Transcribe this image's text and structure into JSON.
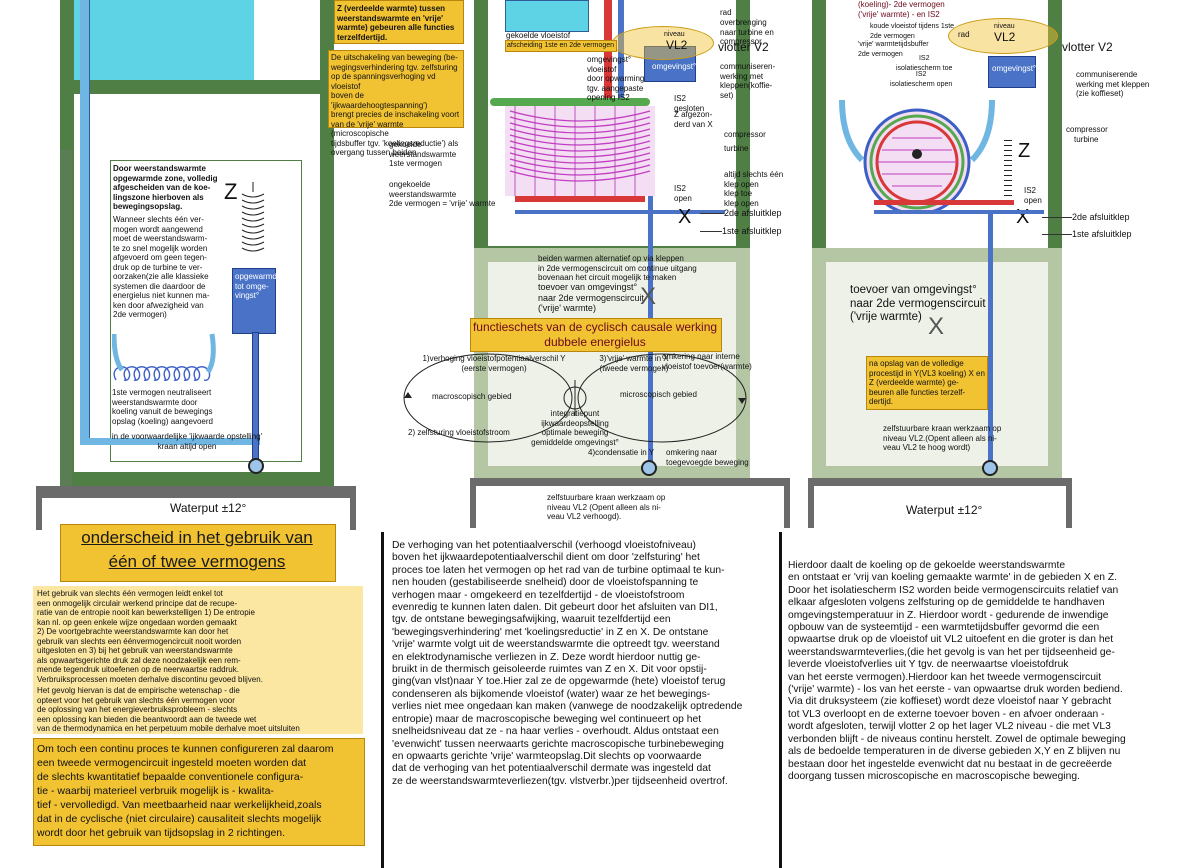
{
  "panel1": {
    "z_label": "Z",
    "text_main": "Door weerstandswarmte\nopgewarmde zone, volledig\nafgescheiden van de koe-\nlingszone hierboven als\nbewegingsopslag.",
    "text_second": "Wanneer slechts één ver-\nmogen wordt aangewend\nmoet de weerstandswarm-\nte zo snel mogelijk worden\nafgevoerd om geen tegen-\ndruk op de turbine te ver-\noorzaken(zie alle klassieke\nsystemen die daardoor de\nenergielus niet kunnen ma-\nken door afwezigheid van\n2de vermogen)",
    "box_label": "opgewarmd\ntot omge-\nvingst°",
    "first_power": "1ste vermogen neutraliseert\nweerstandswarmte door\nkoeling vanuit de bewegings\nopslag (koeling) aangevoerd",
    "tap_text": "in de voorwaardelijke 'ijkwaarde opstelling'\nkraan altijd open",
    "waterput": "Waterput",
    "waterput_temp": "±12°",
    "heading_line1": "onderscheid in het gebruik van",
    "heading_line2": "één of twee vermogens",
    "body_a": "Het gebruik van slechts één vermogen leidt enkel tot\neen onmogelijk circulair werkend principe dat de recupe-\nratie van de entropie nooit kan bewerkstelligen 1) De entropie\nkan nl. op geen enkele wijze ongedaan worden gemaakt\n 2) De voortgebrachte weerstandswarmte kan door het\ngebruik van slechts een éénvermogencircuit nooit worden\nuitgesloten en 3) bij het gebruik van weerstandswarmte\nals opwaartsgerichte druk zal deze noodzakelijk een rem-\nmende tegendruk uitoefenen op de neerwaartse raddruk.\nVerbruiksprocessen moeten derhalve discontinu gevoed blijven.",
    "body_b": "Het gevolg hiervan is dat de empirische wetenschap - die\nopteert voor het gebruik van slechts één vermogen voor\nde oplossing van het energieverbruiksprobleem - slechts\neen oplossing kan bieden die beantwoordt aan de tweede wet\nvan de thermodynamica en het perpetuum mobile derhalve moet uitsluiten",
    "body_c": "Om toch een continu proces te kunnen configureren zal daarom\neen tweede vermogencircuit ingesteld moeten worden dat\nde slechts kwantitatief bepaalde conventionele configura-\ntie - waarbij materieel verbruik mogelijk is - kwalita-\ntief - vervolledigd. Van meetbaarheid naar werkelijkheid,zoals\ndat in de cyclische (niet circulaire) causaliteit slechts mogelijk\nwordt door het gebruik van tijdsopslag in 2 richtingen."
  },
  "panel2": {
    "top_text": "Z (verdeelde warmte) tussen\nweerstandswarmte en 'vrije'\nwarmte) gebeuren alle functies\nterzelfdertijd.",
    "note_box": "De uitschakeling van beweging (be-\nwegingsverhindering tgv. zelfsturing\nop de spanningsverhoging vd vloeistof\nboven de 'ijkwaardehoogtespanning')\nbrengt precies de inschakeling voort\nvan de 'vrije' warmte (microscopische\ntijdsbuffer tgv. 'koelingsreductie') als\novergang tussen beiden",
    "cooled_fluid": "gekoelde vloeistof",
    "separation": "afscheiding 1ste en 2de vermogen",
    "rad": "rad",
    "overbrenging": "overbrenging\nnaar turbine en\ncompressor",
    "vl2": "VL2",
    "niveau": "niveau",
    "vlotter": "vlotter V2",
    "omgevingst": "omgevingst°",
    "heated_fluid": "omgevingst°\nvloeistof\ndoor opwarming\ntgv. aangepaste\nopening IS2",
    "communicating": "communiseren-\nwerking met\nkleppen(koffie-\nset)",
    "is2_closed": "IS2\ngesloten",
    "z_separated": "Z afgezon-\nderd van X",
    "compressor": "compressor",
    "turbine": "turbine",
    "cooled_resistance": "gekoelde weerstandswarmte\n1ste vermogen",
    "uncooled_resistance": "ongekoelde weerstandswarmte\n2de vermogen = 'vrije' warmte",
    "only_one_valve": "altijd slechts één\nklep open\nklep toe\nklep open",
    "is2_open": "IS2\nopen",
    "x_label": "X",
    "valve2": "2de afsluitklep",
    "valve1": "1ste afsluitklep",
    "both_heat": "beiden warmen alternatief op via kleppen\nin 2de vermogenscircuit om continue uitgang\nbovenaan het circuit mogelijk te maken",
    "supply": "toevoer van omgevingst°\nnaar 2de vermogenscircuit\n('vrije' warmte)",
    "x_big": "X",
    "func_title1": "functieschets van de cyclisch causale werking",
    "func_title2": "dubbele energielus",
    "c1": "1)verhoging vloeistofpotentiaalverschil Y\n(eerste vermogen)",
    "c3": "3)'vrije' warmte in X\n(tweede vermogen)",
    "c_interne": "omkering naar interne\nvloeistof toevoer(warmte)",
    "c_macro": "macroscopisch gebied",
    "c_micro": "microscopisch gebied",
    "c_center": "integratiepunt\nijkwaardeopstelling\noptimale beweging\ngemiddelde omgevingst°",
    "c2": "2) zelfsturing vloeistofstroom",
    "c4": "4)condensatie in Y",
    "c_extern": "omkering naar\ntoegevoegde beweging",
    "tap_text": "zelfstuurbare kraan werkzaam op\nniveau VL2 (Opent alleen als ni-\nveau VL2 verhoogd).",
    "body": "De verhoging van het potentiaalverschil (verhoogd vloeistofniveau)\nboven het ijkwaardepotentiaalverschil dient om door 'zelfsturing' het\nproces toe laten het vermogen op het rad van de turbine optimaal te kun-\nnen houden (gestabiliseerde snelheid) door de vloeistofspanning te\nverhogen maar - omgekeerd en tezelfdertijd - de vloeistofstroom\nevenredig te kunnen laten dalen. Dit gebeurt door het afsluiten van DI1,\ntgv. de ontstane bewegingsafwijking, waaruit tezelfdertijd een\n'bewegingsverhindering' met 'koelingsreductie' in Z en X. De ontstane\n'vrije' warmte volgt uit de weerstandswarmte die optreedt tgv. weerstand\nen elektrodynamische verliezen in Z. Deze wordt hierdoor nuttig ge-\nbruikt in de thermisch geisoleerde ruimtes van Z en X. Dit voor opstij-\nging(van vlst)naar Y toe.Hier zal ze de opgewarmde (hete) vloeistof terug\ncondenseren als bijkomende vloeistof (water) waar ze het bewegings-\nverlies niet mee ongedaan kan maken (vanwege de noodzakelijk optredende\nentropie) maar de macroscopische beweging wel continueert op het\nsnelheidsniveau dat ze - na haar verlies - overhoudt. Aldus ontstaat een\n'evenwicht' tussen neerwaarts gerichte macroscopische turbinebeweging\nen opwaarts gerichte 'vrije' warmteopslag.Dit slechts op voorwaarde\ndat de verhoging van het potentiaalverschil dermate was ingesteld dat\nze de weerstandswarmteverliezen(tgv. vlstverbr.)per tijdseenheid overtrof."
  },
  "panel3": {
    "top_text": "(koeling)- 2de vermogen\n('vrije' warmte) - en IS2",
    "cold_fluid": "koude vloeistof tijdens 1ste\n2de vermogen",
    "free_heat": "'vrije' warmtetijdsbuffer\n2de vermogen",
    "is2_iso": "IS2\nisolatiescherm toe",
    "is2_iso2": "IS2\nisolatiescherm open",
    "rad": "rad",
    "vl2": "VL2",
    "niveau": "niveau",
    "vlotter": "vlotter V2",
    "omgevingst": "omgevingst°",
    "communicating": "communiserende\nwerking met kleppen\n(zie koffieset)",
    "compressor": "compressor",
    "turbine": "turbine",
    "z_label": "Z",
    "is2_open": "IS2\nopen",
    "x_label": "X",
    "valve2": "2de afsluitklep",
    "valve1": "1ste afsluitklep",
    "supply": "toevoer van omgevingst°\nnaar 2de vermogenscircuit\n('vrije warmte)",
    "x_big": "X",
    "na_box": "na opslag van de volledige\nprocestijd in Y(VL3 koeling) X en\nZ (verdeelde warmte) ge-\nbeuren alle functies terzelf-\ndertijd.",
    "tap_text": "zelfstuurbare kraan werkzaam op\nniveau VL2.(Opent alleen als ni-\nveau VL2 te hoog wordt)",
    "waterput": "Waterput",
    "waterput_temp": "±12°",
    "body": "Hierdoor daalt de koeling op de gekoelde weerstandswarmte\nen ontstaat er 'vrij van koeling gemaakte warmte' in de gebieden X en Z.\nDoor het isolatiescherm IS2 worden beide vermogenscircuits relatief van\nelkaar afgesloten volgens zelfsturing op de gemiddelde te handhaven\nomgevingstemperatuur in Z. Hierdoor wordt - gedurende de inwendige\nopbouw van de  systeemtijd - een warmtetijdsbuffer gevormd die een\nopwaartse druk op de vloeistof uit VL2 uitoefent en die groter is dan het\nweerstandswarmteverlies,(die het gevolg is van het per tijdseenheid ge-\nleverde vloeistofverlies uit Y tgv. de neerwaartse vloeistofdruk\nvan het eerste vermogen).Hierdoor kan het tweede vermogenscircuit\n('vrije' warmte) - los van het eerste - van opwaartse druk worden bediend.\nVia dit druksysteem (zie koffieset) wordt deze vloeistof naar Y gebracht\ntot VL3 overloopt en de externe toevoer boven - en afvoer onderaan -\nwordt afgesloten, terwijl vlotter 2 op het lager VL2 niveau - die met VL3\nverbonden blijft - de niveaus continu herstelt.  Zowel de optimale beweging\nals de bedoelde temperaturen in de diverse gebieden X,Y en Z blijven nu\nbestaan door het ingestelde evenwicht dat nu bestaat in de gecreëerde\ndoorgang tussen microscopische en macroscopische beweging."
  }
}
